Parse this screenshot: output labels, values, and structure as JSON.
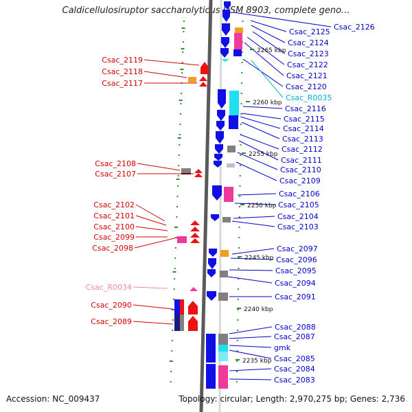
{
  "title": "Caldicellulosiruptor saccharolyticus DSM 8903, complete geno...",
  "footer": {
    "accession": "Accession: NC_009437",
    "topology": "Topology: circular; Length: 2,970,275 bp; Genes: 2,736"
  },
  "colors": {
    "backbone": "#8c8c8c",
    "tick": "#2e8b2e",
    "left_label": "#d40000",
    "right_label": "#0000cc",
    "rna_label": "#00b0d0",
    "pink_label": "#f08aa8"
  },
  "scale": {
    "unit": "kbp",
    "ticks": [
      {
        "label": "2265 kbp"
      },
      {
        "label": "2260 kbp"
      },
      {
        "label": "2255 kbp"
      },
      {
        "label": "2250 kbp"
      },
      {
        "label": "2245 kbp"
      },
      {
        "label": "2240 kbp"
      },
      {
        "label": "2235 kbp"
      }
    ]
  },
  "genes_right": [
    {
      "id": "Csac_2126",
      "color": "blue"
    },
    {
      "id": "Csac_2125",
      "color": "blue"
    },
    {
      "id": "Csac_2124",
      "color": "blue"
    },
    {
      "id": "Csac_2123",
      "color": "blue"
    },
    {
      "id": "Csac_2122",
      "color": "blue"
    },
    {
      "id": "Csac_2121",
      "color": "blue"
    },
    {
      "id": "Csac_2120",
      "color": "blue"
    },
    {
      "id": "Csac_R0035",
      "color": "cyan"
    },
    {
      "id": "Csac_2116",
      "color": "blue"
    },
    {
      "id": "Csac_2115",
      "color": "blue"
    },
    {
      "id": "Csac_2114",
      "color": "blue"
    },
    {
      "id": "Csac_2113",
      "color": "blue"
    },
    {
      "id": "Csac_2112",
      "color": "blue"
    },
    {
      "id": "Csac_2111",
      "color": "blue"
    },
    {
      "id": "Csac_2110",
      "color": "blue"
    },
    {
      "id": "Csac_2109",
      "color": "blue"
    },
    {
      "id": "Csac_2106",
      "color": "blue"
    },
    {
      "id": "Csac_2105",
      "color": "blue"
    },
    {
      "id": "Csac_2104",
      "color": "blue"
    },
    {
      "id": "Csac_2103",
      "color": "blue"
    },
    {
      "id": "Csac_2097",
      "color": "blue"
    },
    {
      "id": "Csac_2096",
      "color": "blue"
    },
    {
      "id": "Csac_2095",
      "color": "blue"
    },
    {
      "id": "Csac_2094",
      "color": "blue"
    },
    {
      "id": "Csac_2091",
      "color": "blue"
    },
    {
      "id": "Csac_2088",
      "color": "blue"
    },
    {
      "id": "Csac_2087",
      "color": "blue"
    },
    {
      "id": "gmk",
      "color": "blue"
    },
    {
      "id": "Csac_2085",
      "color": "blue"
    },
    {
      "id": "Csac_2084",
      "color": "blue"
    },
    {
      "id": "Csac_2083",
      "color": "blue"
    }
  ],
  "genes_left": [
    {
      "id": "Csac_2119",
      "color": "red"
    },
    {
      "id": "Csac_2118",
      "color": "red"
    },
    {
      "id": "Csac_2117",
      "color": "red"
    },
    {
      "id": "Csac_2108",
      "color": "red"
    },
    {
      "id": "Csac_2107",
      "color": "red"
    },
    {
      "id": "Csac_2102",
      "color": "red"
    },
    {
      "id": "Csac_2101",
      "color": "red"
    },
    {
      "id": "Csac_2100",
      "color": "red"
    },
    {
      "id": "Csac_2099",
      "color": "red"
    },
    {
      "id": "Csac_2098",
      "color": "red"
    },
    {
      "id": "Csac_R0034",
      "color": "pink"
    },
    {
      "id": "Csac_2090",
      "color": "red"
    },
    {
      "id": "Csac_2089",
      "color": "red"
    }
  ]
}
